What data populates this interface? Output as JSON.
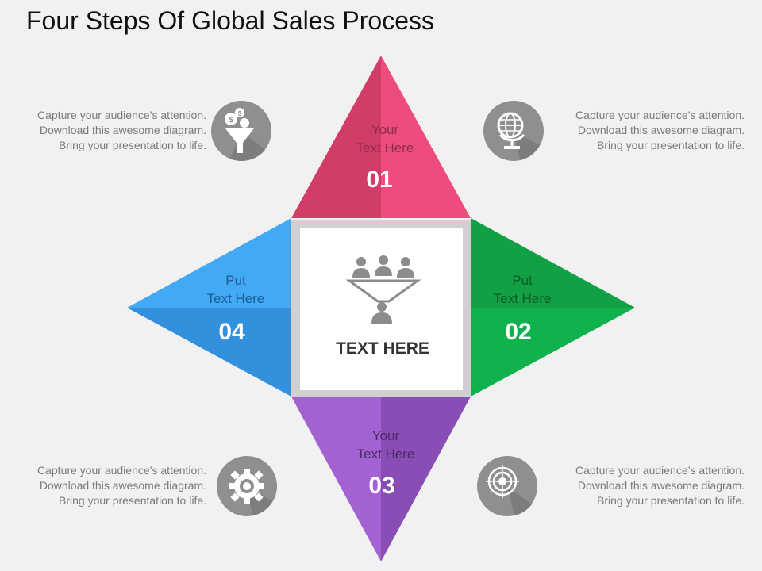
{
  "title": "Four Steps Of Global Sales Process",
  "center": {
    "label": "TEXT HERE",
    "icon": "funnel-people-icon"
  },
  "steps": [
    {
      "number": "01",
      "line1": "Your",
      "line2": "Text Here",
      "color": "#e8416f",
      "dark": "#cf3a62"
    },
    {
      "number": "02",
      "line1": "Put",
      "line2": "Text Here",
      "color": "#12b24a",
      "dark": "#0f9a40"
    },
    {
      "number": "03",
      "line1": "Your",
      "line2": "Text Here",
      "color": "#9b59c8",
      "dark": "#8448b3"
    },
    {
      "number": "04",
      "line1": "Put",
      "line2": "Text Here",
      "color": "#3a9fe6",
      "dark": "#2f8ad0"
    }
  ],
  "callouts": [
    {
      "icon": "money-funnel-icon",
      "lines": [
        "Capture your  audience’s attention.",
        "Download this awesome diagram.",
        "Bring your presentation to life."
      ]
    },
    {
      "icon": "globe-icon",
      "lines": [
        "Capture your  audience’s attention.",
        "Download this awesome diagram.",
        "Bring your presentation to life."
      ]
    },
    {
      "icon": "gear-icon",
      "lines": [
        "Capture your  audience’s attention.",
        "Download this awesome diagram.",
        "Bring your presentation to life."
      ]
    },
    {
      "icon": "target-icon",
      "lines": [
        "Capture your  audience’s attention.",
        "Download this awesome diagram.",
        "Bring your presentation to life."
      ]
    }
  ]
}
